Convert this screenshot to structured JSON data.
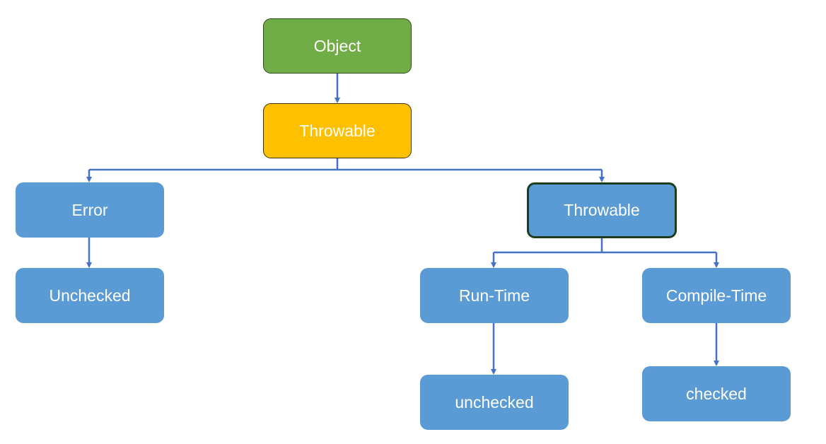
{
  "colors": {
    "node_blue": "#5b9bd5",
    "node_green": "#70ad47",
    "node_yellow": "#ffc000",
    "connector": "#4472c4",
    "text": "#ffffff"
  },
  "nodes": {
    "object": "Object",
    "throwable": "Throwable",
    "error": "Error",
    "throwable_child": "Throwable",
    "unchecked_error": "Unchecked",
    "run_time": "Run-Time",
    "compile_time": "Compile-Time",
    "unchecked_runtime": "unchecked",
    "checked": "checked"
  },
  "edges": [
    {
      "from": "object",
      "to": "throwable"
    },
    {
      "from": "throwable",
      "to": "error"
    },
    {
      "from": "throwable",
      "to": "throwable_child"
    },
    {
      "from": "error",
      "to": "unchecked_error"
    },
    {
      "from": "throwable_child",
      "to": "run_time"
    },
    {
      "from": "throwable_child",
      "to": "compile_time"
    },
    {
      "from": "run_time",
      "to": "unchecked_runtime"
    },
    {
      "from": "compile_time",
      "to": "checked"
    }
  ]
}
